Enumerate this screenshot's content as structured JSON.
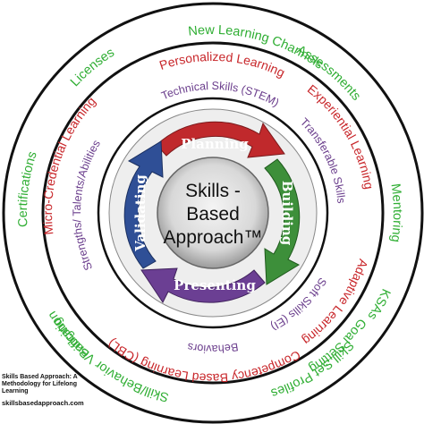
{
  "center": {
    "line1": "Skills -",
    "line2": "Based",
    "line3": "Approach™"
  },
  "arrows": {
    "top": "Planning",
    "right": "Building",
    "bottom": "Presenting",
    "left": "Validating"
  },
  "outer_ring": [
    "New Learning Channels",
    "Assessments",
    "Mentoring",
    "Goal Setting",
    "KSAs",
    "Skill Set Profiles",
    "Skill/Behavior Verification",
    "Badging",
    "Certifications",
    "Licenses"
  ],
  "middle_ring": [
    "Personalized Learning",
    "Experiential Learning",
    "Adaptive Learning",
    "Competency Based Learning (CBL)",
    "Micro-Credential Learning"
  ],
  "inner_ring": [
    "Technical Skills (STEM)",
    "Transferable Skills",
    "Soft Skills (EI)",
    "Behaviors",
    "Strengths/ Talents/Abilities"
  ],
  "caption": {
    "title": "Skills Based Approach: A Methodology for Lifelong Learning",
    "url": "skillsbasedapproach.com"
  },
  "colors": {
    "outer_text": "#2fae33",
    "middle_text": "#c8262a",
    "inner_text": "#6a3d8c",
    "planning_arrow": "#c0292c",
    "building_arrow": "#3d8f3a",
    "presenting_arrow": "#6b3f93",
    "validating_arrow": "#2f4f96"
  }
}
